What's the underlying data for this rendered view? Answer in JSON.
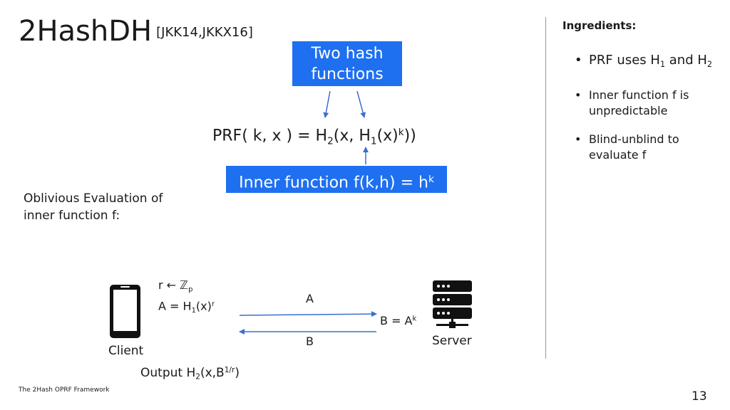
{
  "title": {
    "main": "2HashDH",
    "citation": "[JKK14,JKKX16]"
  },
  "hash_box": {
    "line1": "Two hash",
    "line2": "functions"
  },
  "formula": {
    "prefix": "PRF( k, x ) = H",
    "h2_sub": "2",
    "mid": "(x, H",
    "h1_sub": "1",
    "after_h1": "(x)",
    "exp": "k",
    "suffix": "))"
  },
  "inner_box": {
    "text": "Inner function f(k,h) =  h",
    "exp": "k"
  },
  "oblivious": {
    "line1": "Oblivious Evaluation of",
    "line2": "inner function f:"
  },
  "protocol": {
    "step1": "r ← ℤ",
    "step1_sub": "p",
    "step2_prefix": "A = H",
    "step2_sub": "1",
    "step2_mid": "(x)",
    "step2_exp": "r",
    "msg_a": "A",
    "server_step_prefix": "B = A",
    "server_step_exp": "k",
    "msg_b": "B",
    "client_label": "Client",
    "server_label": "Server",
    "output_prefix": "Output H",
    "output_sub": "2",
    "output_mid": "(x,B",
    "output_exp": "1/r",
    "output_suffix": ")"
  },
  "ingredients": {
    "title": "Ingredients:",
    "b1_prefix": "PRF uses H",
    "b1_sub1": "1",
    "b1_mid": " and H",
    "b1_sub2": "2",
    "b2": "Inner function f is unpredictable",
    "b3": "Blind-unblind to evaluate f"
  },
  "footer": "The 2Hash OPRF Framework",
  "page_number": "13",
  "colors": {
    "accent_blue": "#1f70f0",
    "arrow_blue": "#3a6fd0",
    "divider": "#9a9a9a"
  }
}
